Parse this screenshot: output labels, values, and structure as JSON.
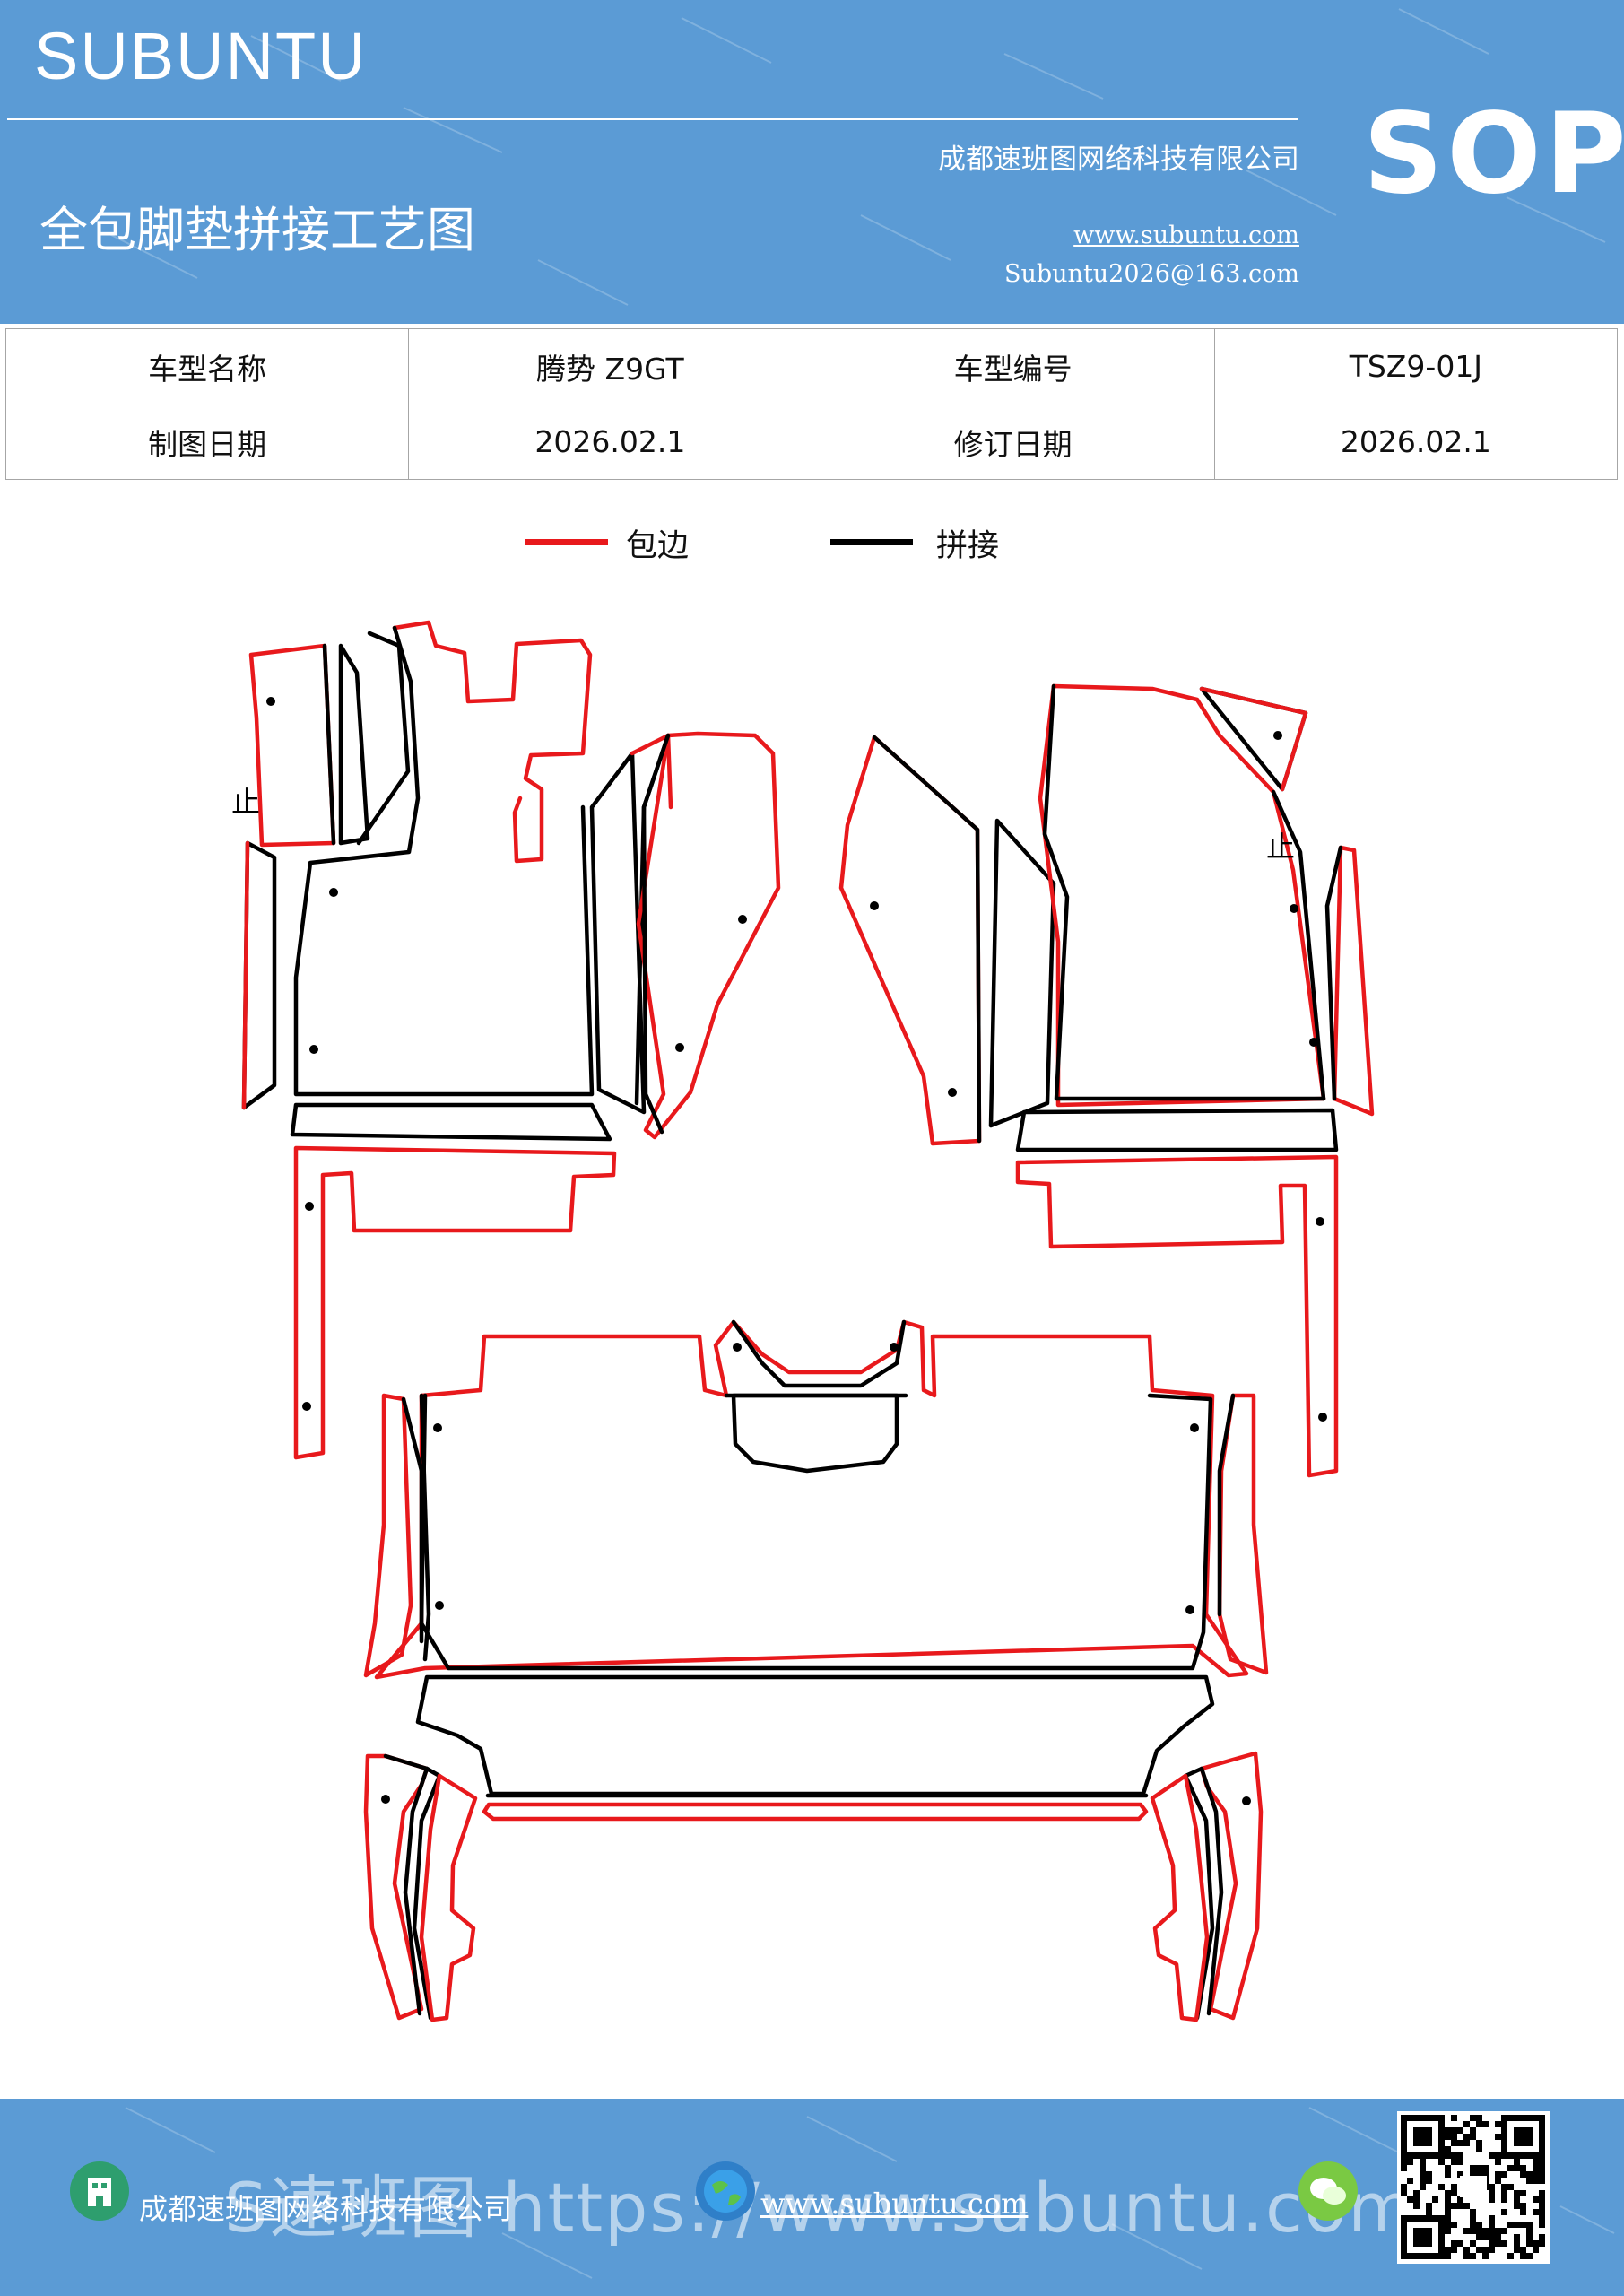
{
  "header": {
    "brand": "SUBUNTU",
    "badge": "SOP",
    "title": "全包脚垫拼接工艺图",
    "company": "成都速班图网络科技有限公司",
    "website": "www.subuntu.com",
    "email": "Subuntu2026@163.com"
  },
  "info": {
    "model_name_label": "车型名称",
    "model_name": "腾势 Z9GT",
    "model_code_label": "车型编号",
    "model_code": "TSZ9-01J",
    "draw_date_label": "制图日期",
    "draw_date": "2026.02.1",
    "revise_date_label": "修订日期",
    "revise_date": "2026.02.1"
  },
  "legend": {
    "wrap_label": "包边",
    "wrap_color": "#e8191c",
    "join_label": "拼接",
    "join_color": "#000000"
  },
  "diagram": {
    "stop_marks": [
      "止",
      "止"
    ]
  },
  "footer": {
    "company": "成都速班图网络科技有限公司",
    "website": "www.subuntu.com",
    "watermark": "S速班图 https://www.subuntu.com",
    "icons": [
      "building-icon",
      "globe-icon",
      "wechat-icon",
      "qr-code"
    ]
  }
}
